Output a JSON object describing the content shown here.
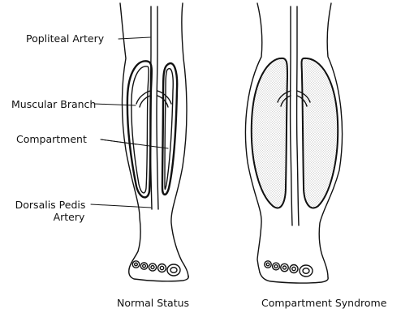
{
  "labels": {
    "popliteal_artery": "Popliteal Artery",
    "muscular_branch": "Muscular Branch",
    "compartment": "Compartment",
    "dorsalis_pedis_line1": "Dorsalis Pedis",
    "dorsalis_pedis_line2": "Artery"
  },
  "captions": {
    "normal": "Normal Status",
    "syndrome": "Compartment Syndrome"
  },
  "colors": {
    "ink": "#111111",
    "background": "#ffffff",
    "stipple": "#b8b8b8"
  }
}
